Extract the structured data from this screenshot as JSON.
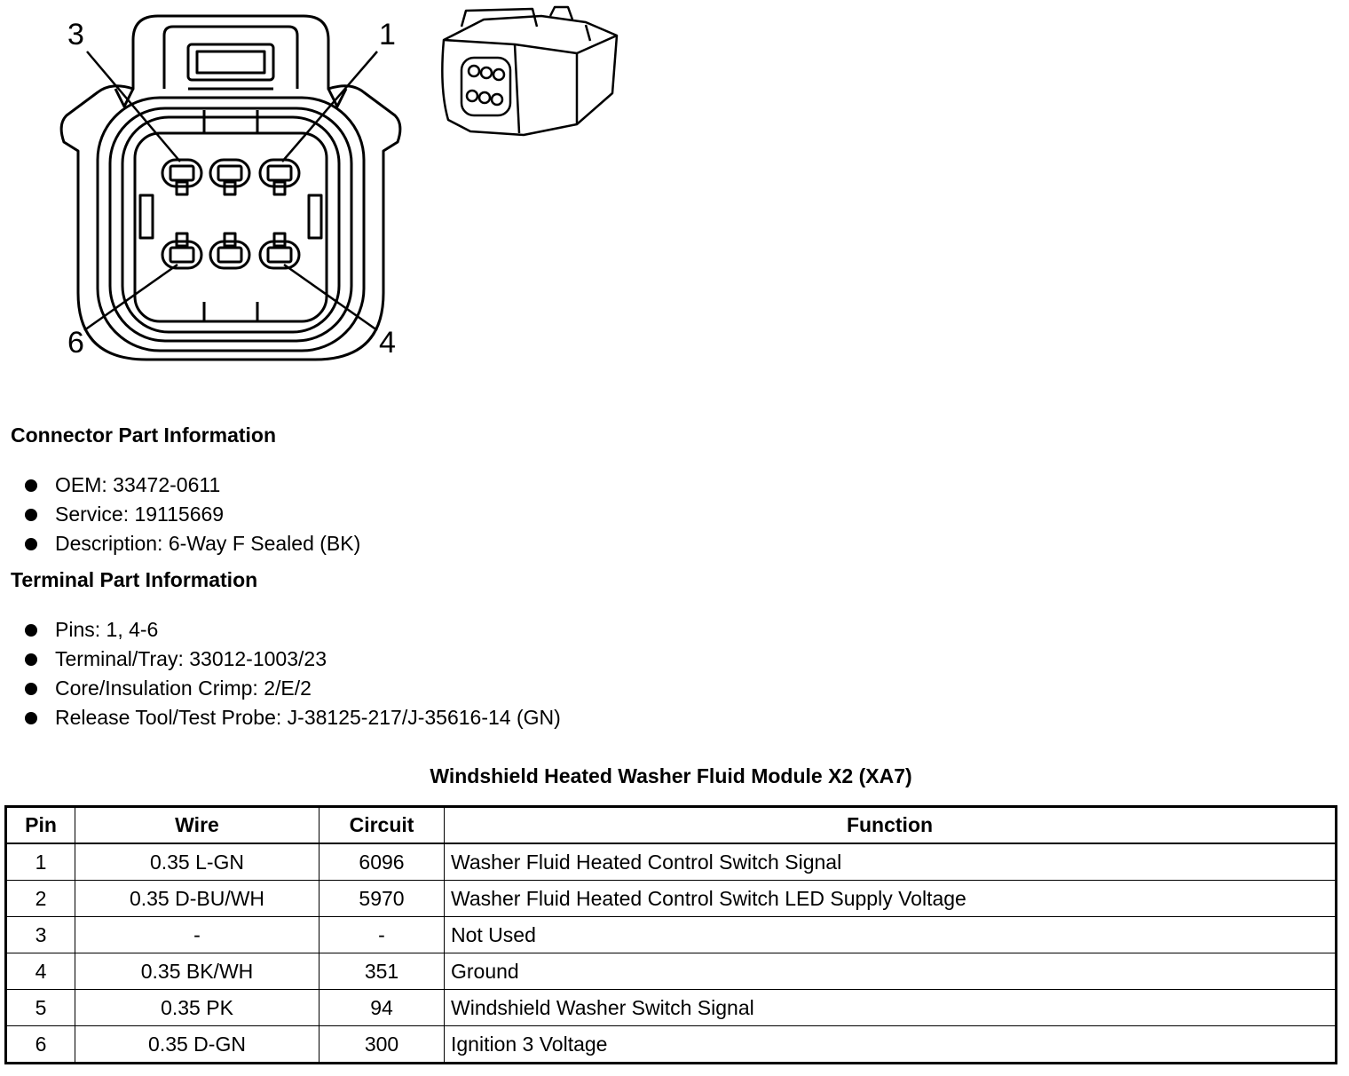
{
  "diagram": {
    "pin_labels": [
      "3",
      "1",
      "6",
      "4"
    ]
  },
  "connector_info": {
    "title": "Connector Part Information",
    "items": [
      "OEM: 33472-0611",
      "Service: 19115669",
      "Description: 6-Way F Sealed (BK)"
    ]
  },
  "terminal_info": {
    "title": "Terminal Part Information",
    "items": [
      "Pins: 1, 4-6",
      "Terminal/Tray: 33012-1003/23",
      "Core/Insulation Crimp: 2/E/2",
      "Release Tool/Test Probe: J-38125-217/J-35616-14 (GN)"
    ]
  },
  "table": {
    "title": "Windshield Heated Washer Fluid Module X2 (XA7)",
    "headers": [
      "Pin",
      "Wire",
      "Circuit",
      "Function"
    ],
    "rows": [
      [
        "1",
        "0.35 L-GN",
        "6096",
        "Washer Fluid Heated Control Switch Signal"
      ],
      [
        "2",
        "0.35 D-BU/WH",
        "5970",
        "Washer Fluid Heated Control Switch LED Supply Voltage"
      ],
      [
        "3",
        "-",
        "-",
        "Not Used"
      ],
      [
        "4",
        "0.35 BK/WH",
        "351",
        "Ground"
      ],
      [
        "5",
        "0.35 PK",
        "94",
        "Windshield Washer Switch Signal"
      ],
      [
        "6",
        "0.35 D-GN",
        "300",
        "Ignition 3 Voltage"
      ]
    ]
  }
}
